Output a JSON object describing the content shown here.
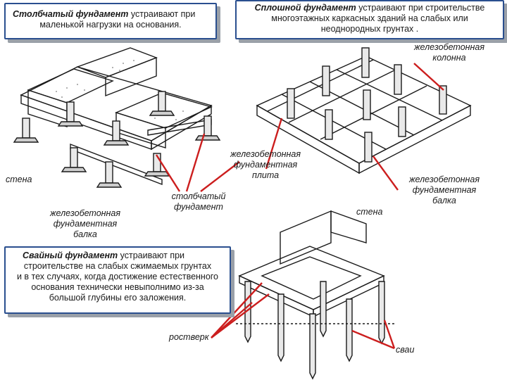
{
  "box_columnar": {
    "term": "Столбчатый фундамент",
    "rest_line1": " устраивают при",
    "line2": "маленькой нагрузки на основания."
  },
  "box_solid": {
    "term": "Сплошной фундамент",
    "rest_line1": " устраивают при строительстве",
    "line2": "многоэтажных каркасных зданий на слабых или",
    "line3": "неоднородных грунтах ."
  },
  "box_pile": {
    "term": "Свайный фундамент",
    "rest_line1": " устраивают при",
    "line2": "строительстве  на слабых сжимаемых грунтах",
    "line3": "и в тех случаях, когда достижение естественного",
    "line4": "основания технически невыполнимо из-за",
    "line5": "большой глубины его заложения."
  },
  "labels": {
    "wall_left": "стена",
    "beam_left_1": "железобетонная",
    "beam_left_2": "фундаментная",
    "beam_left_3": "балка",
    "columnar_1": "столбчатый",
    "columnar_2": "фундамент",
    "slab_1": "железобетонная",
    "slab_2": "фундаментная",
    "slab_3": "плита",
    "column_1": "железобетонная",
    "column_2": "колонна",
    "beam_right_1": "железобетонная",
    "beam_right_2": "фундаментная",
    "beam_right_3": "балка",
    "wall_right": "стена",
    "grillage": "ростверк",
    "piles": "сваи"
  },
  "colors": {
    "box_border": "#2a4f8f",
    "box_shadow": "#9aa0a8",
    "pointer": "#cc1e1e"
  }
}
